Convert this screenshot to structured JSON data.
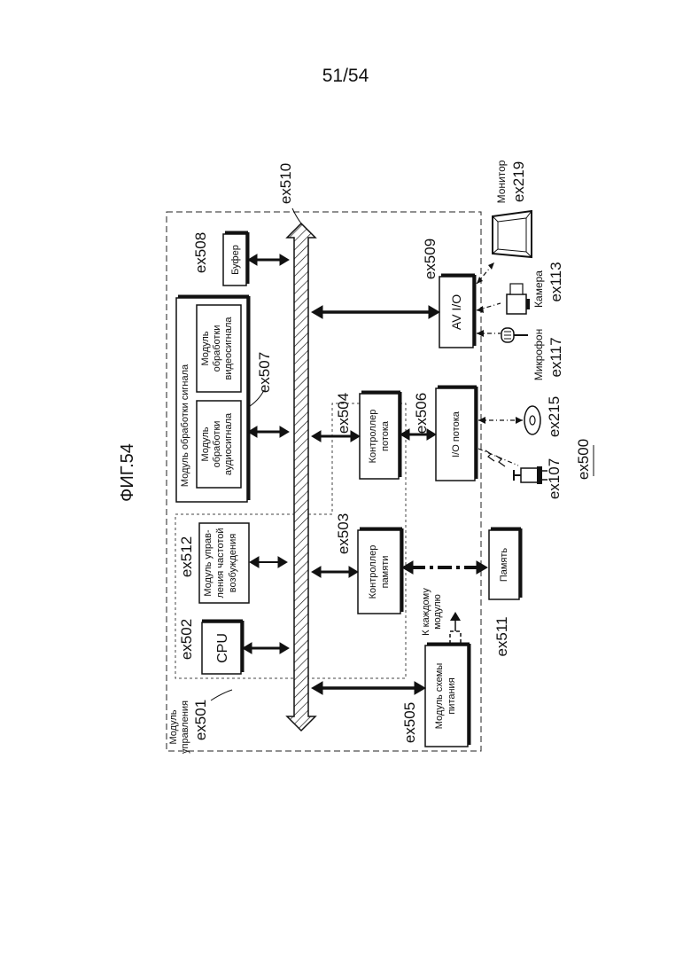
{
  "header": {
    "page_number": "51/54"
  },
  "figure": {
    "title": "ФИГ.54",
    "system_ref": "ex500",
    "bus_ref": "ex510"
  },
  "groups": {
    "control": {
      "label_line1": "Модуль",
      "label_line2": "управления",
      "ref": "ex501"
    },
    "signal": {
      "label": "Модуль обработки сигнала",
      "ref": "ex507"
    }
  },
  "blocks": {
    "cpu": {
      "label": "CPU",
      "ref": "ex502"
    },
    "freq": {
      "line1": "Модуль управ-",
      "line2": "ления частотой",
      "line3": "возбуждения",
      "ref": "ex512"
    },
    "audio": {
      "line1": "Модуль",
      "line2": "обработки",
      "line3": "аудиосигнала"
    },
    "video": {
      "line1": "Модуль",
      "line2": "обработки",
      "line3": "видеосигнала"
    },
    "buffer": {
      "label": "Буфер",
      "ref": "ex508"
    },
    "mem_ctrl": {
      "line1": "Контроллер",
      "line2": "памяти",
      "ref": "ex503"
    },
    "stream_ctrl": {
      "line1": "Контроллер",
      "line2": "потока",
      "ref": "ex504"
    },
    "power": {
      "line1": "Модуль схемы",
      "line2": "питания",
      "ref": "ex505"
    },
    "stream_io": {
      "label": "I/O потока",
      "ref": "ex506"
    },
    "av_io": {
      "label": "AV I/O",
      "ref": "ex509"
    },
    "memory": {
      "label": "Память",
      "ref": "ex511"
    }
  },
  "annotations": {
    "to_each_line1": "К каждому",
    "to_each_line2": "модулю"
  },
  "devices": {
    "monitor": {
      "label": "Монитор",
      "ref": "ex219"
    },
    "camera": {
      "label": "Камера",
      "ref": "ex113"
    },
    "microphone": {
      "label": "Микрофон",
      "ref": "ex117"
    },
    "disc": {
      "ref": "ex215"
    },
    "antenna": {
      "ref": "ex107"
    }
  }
}
